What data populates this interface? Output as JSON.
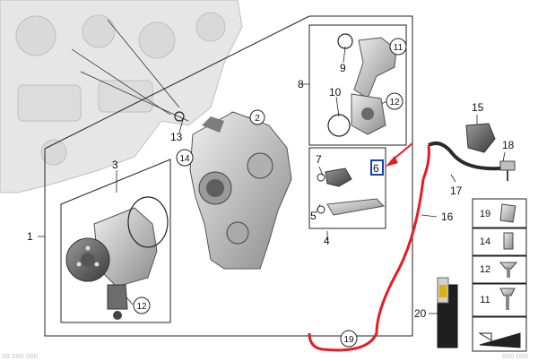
{
  "diagram": {
    "callouts": {
      "c1": "1",
      "c2": "2",
      "c3": "3",
      "c4": "4",
      "c5": "5",
      "c6": "6",
      "c7": "7",
      "c8": "8",
      "c9": "9",
      "c10": "10",
      "c11a": "11",
      "c12a": "12",
      "c12b": "12",
      "c13": "13",
      "c14": "14",
      "c15": "15",
      "c16": "16",
      "c17": "17",
      "c18": "18",
      "c19": "19",
      "c20": "20"
    },
    "side_panel": {
      "s19": "19",
      "s14": "14",
      "s12": "12",
      "s11": "11"
    },
    "footer": {
      "left_code": "00 000 000",
      "right_code": "000 000"
    },
    "colors": {
      "highlight": "#e81b23",
      "highlight_box": "#1a3fb0",
      "line": "#222222",
      "part_fill": "#cfcfcf"
    }
  }
}
